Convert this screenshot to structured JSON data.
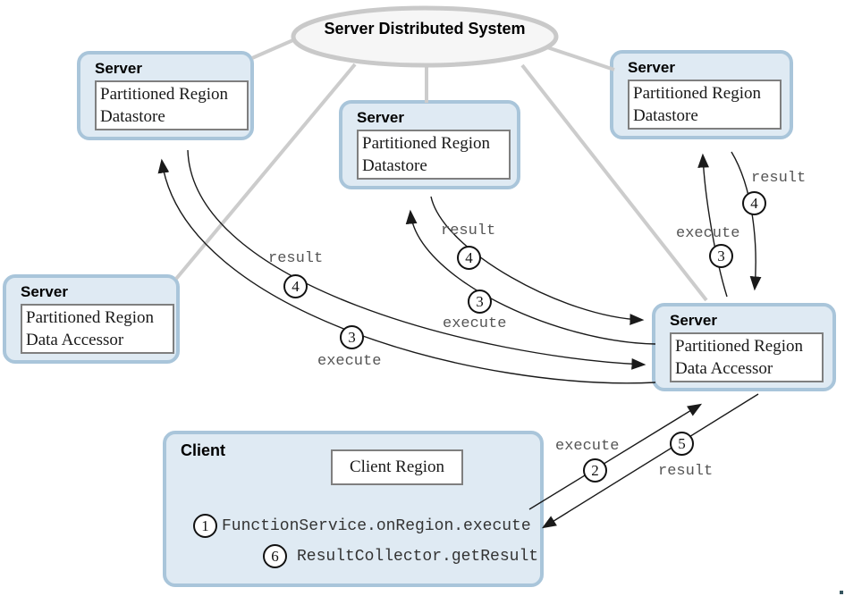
{
  "ellipse": {
    "label": "Server Distributed System"
  },
  "servers": [
    {
      "title": "Server",
      "region_line1": "Partitioned Region",
      "region_line2": "Datastore"
    },
    {
      "title": "Server",
      "region_line1": "Partitioned Region",
      "region_line2": "Datastore"
    },
    {
      "title": "Server",
      "region_line1": "Partitioned Region",
      "region_line2": "Datastore"
    },
    {
      "title": "Server",
      "region_line1": "Partitioned Region",
      "region_line2": "Data Accessor"
    },
    {
      "title": "Server",
      "region_line1": "Partitioned Region",
      "region_line2": "Data Accessor"
    }
  ],
  "client": {
    "title": "Client",
    "region": "Client Region",
    "steps": [
      {
        "num": "1",
        "text": "FunctionService.onRegion.execute"
      },
      {
        "num": "6",
        "text": "ResultCollector.getResult"
      }
    ]
  },
  "annotations": [
    {
      "label": "result",
      "num": "4"
    },
    {
      "label": "execute",
      "num": "3"
    },
    {
      "label": "result",
      "num": "4"
    },
    {
      "label": "execute",
      "num": "3"
    },
    {
      "label": "execute",
      "num": "3"
    },
    {
      "label": "result",
      "num": "4"
    },
    {
      "label": "execute",
      "num": "2"
    },
    {
      "label": "result",
      "num": "5"
    }
  ],
  "colors": {
    "box-fill": "#dfeaf3",
    "box-border": "#a9c5da",
    "inner-border": "#7f7f7f",
    "ellipse-fill": "#f6f6f6",
    "ellipse-stroke": "#c9c9c9",
    "connector": "#cccccc",
    "arrow": "#1a1a1a",
    "label-text": "#555555",
    "mono-text": "#333333"
  }
}
